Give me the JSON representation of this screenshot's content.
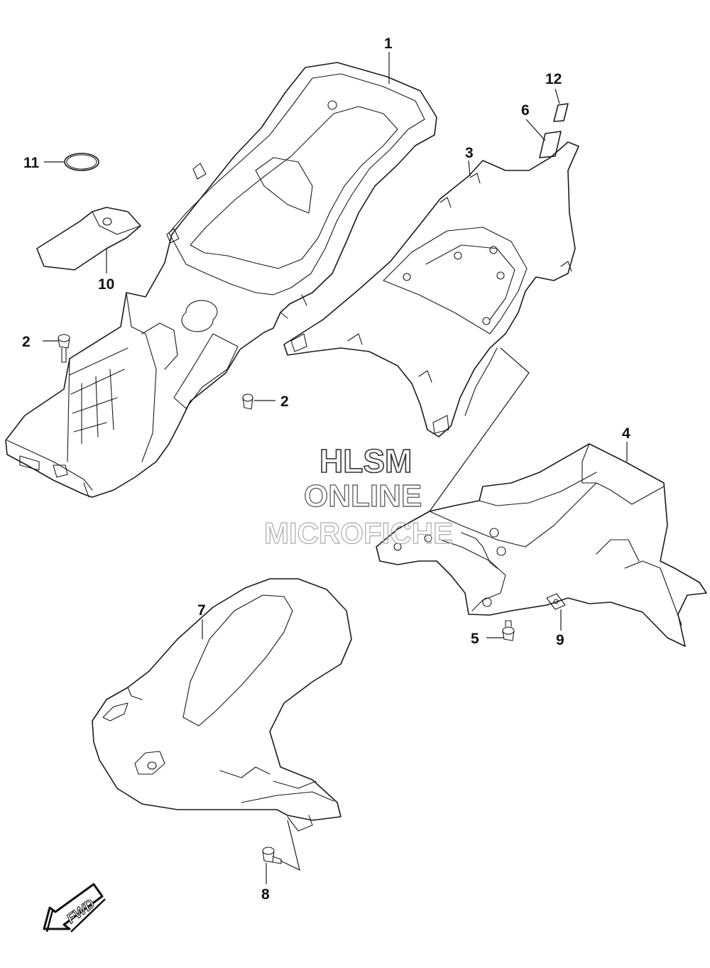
{
  "watermark": {
    "line1": "HLSM",
    "line2": "ONLINE",
    "line3": "MICROFICHE"
  },
  "direction_label": "FWD",
  "callouts": {
    "c1": "1",
    "c2a": "2",
    "c2b": "2",
    "c3": "3",
    "c4": "4",
    "c5": "5",
    "c6": "6",
    "c7": "7",
    "c8": "8",
    "c9": "9",
    "c10": "10",
    "c11": "11",
    "c12": "12"
  },
  "colors": {
    "line": "#1a1a1a",
    "background": "#ffffff"
  }
}
